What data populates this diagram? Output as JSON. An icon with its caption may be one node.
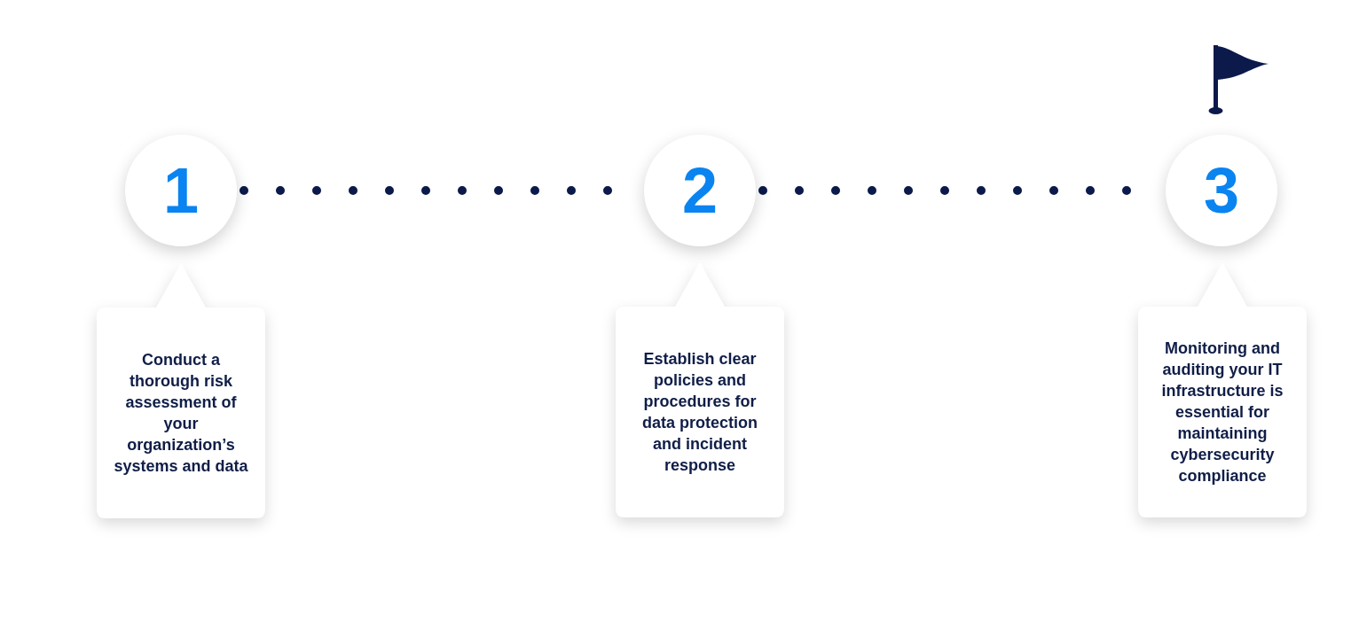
{
  "diagram": {
    "nodes": [
      {
        "text": [
          "1"
        ]
      },
      {
        "text": [
          "2"
        ]
      },
      {
        "text": [
          "3"
        ]
      },
      {
        "text": [
          "Conduct a thorough risk assessment of your organization’s systems and data"
        ]
      },
      {
        "text": [
          "Establish clear policies and procedures for data protection and incident response"
        ]
      },
      {
        "text": [
          "Monitoring and auditing your IT infrastructure is essential for maintaining cybersecurity compliance"
        ]
      }
    ],
    "edges": [
      {
        "from": 0,
        "to": 1,
        "arrow": "none",
        "style": "dashed"
      },
      {
        "from": 1,
        "to": 2,
        "arrow": "none",
        "style": "dashed"
      }
    ]
  }
}
